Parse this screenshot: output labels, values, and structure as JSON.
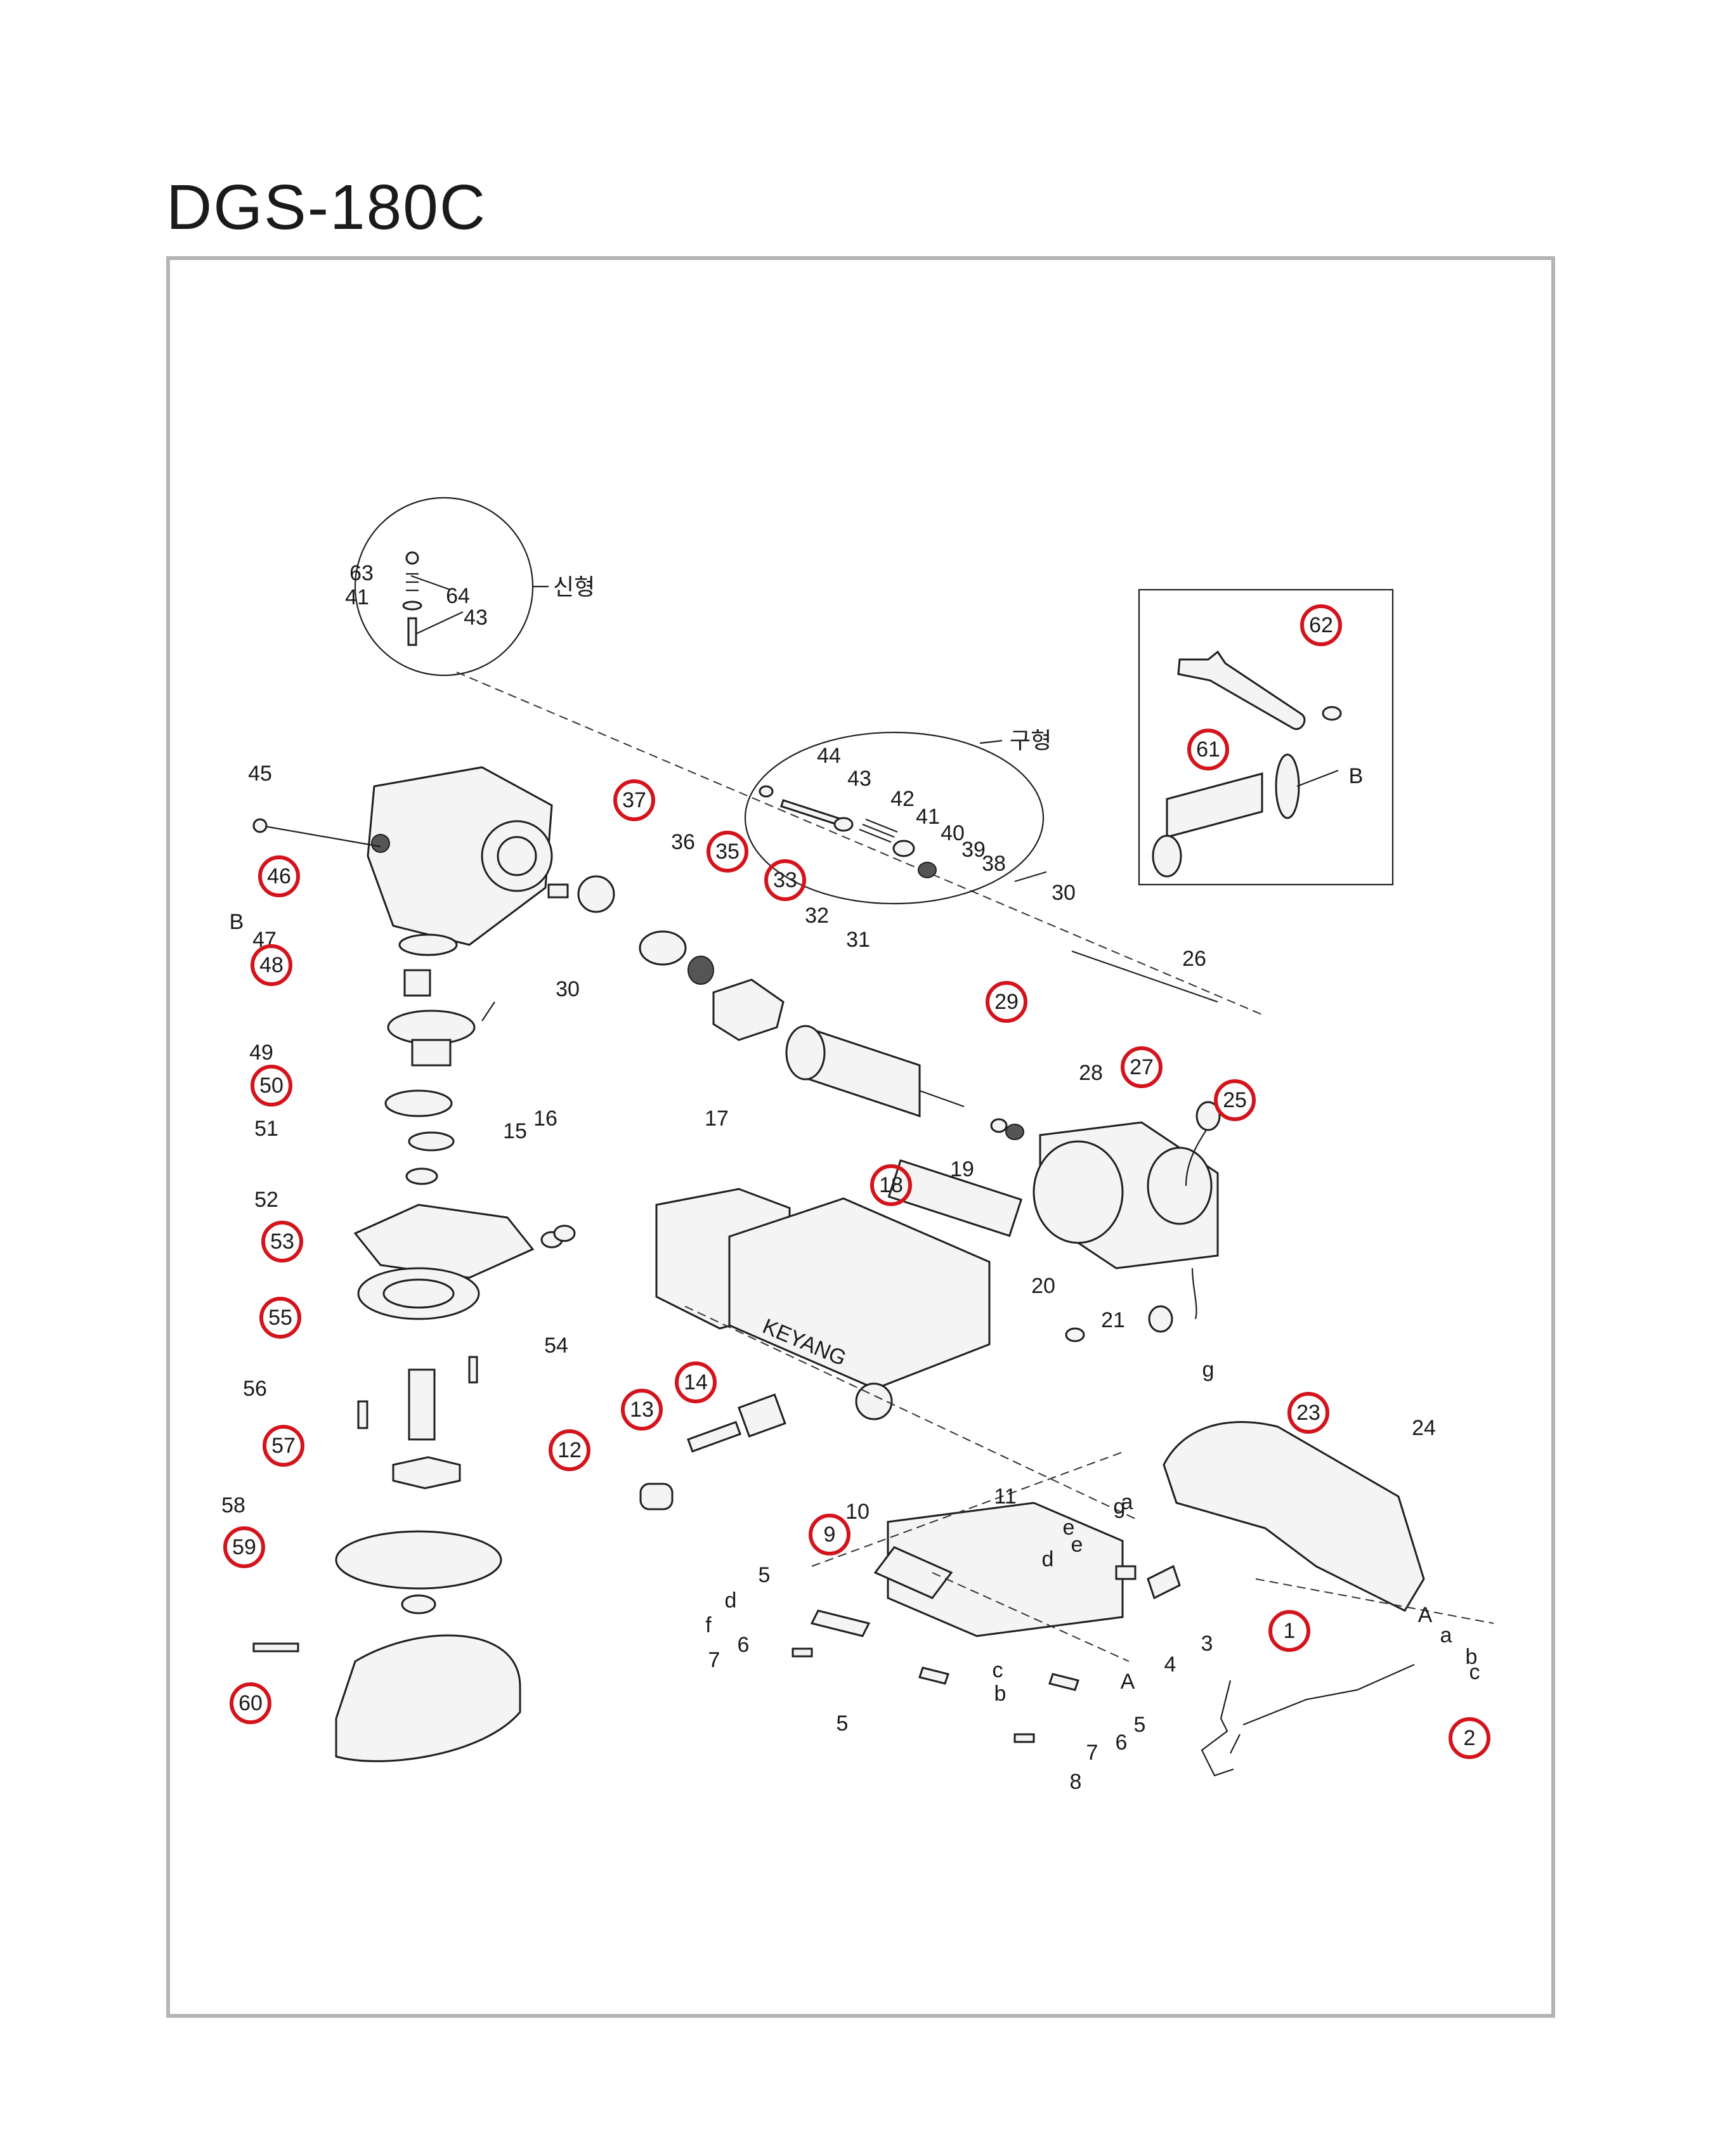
{
  "title": "DGS-180C",
  "insets": {
    "new_type_label": "신형",
    "old_type_label": "구형"
  },
  "part_labels": [
    {
      "n": "63",
      "c": false
    },
    {
      "n": "41",
      "c": false
    },
    {
      "n": "64",
      "c": false
    },
    {
      "n": "43",
      "c": false
    },
    {
      "n": "45",
      "c": false
    },
    {
      "n": "46",
      "c": true
    },
    {
      "n": "B",
      "c": false
    },
    {
      "n": "47",
      "c": false
    },
    {
      "n": "48",
      "c": true
    },
    {
      "n": "30",
      "c": false
    },
    {
      "n": "49",
      "c": false
    },
    {
      "n": "50",
      "c": true
    },
    {
      "n": "51",
      "c": false
    },
    {
      "n": "52",
      "c": false
    },
    {
      "n": "53",
      "c": true
    },
    {
      "n": "55",
      "c": true
    },
    {
      "n": "54",
      "c": false
    },
    {
      "n": "56",
      "c": false
    },
    {
      "n": "57",
      "c": true
    },
    {
      "n": "58",
      "c": false
    },
    {
      "n": "59",
      "c": true
    },
    {
      "n": "60",
      "c": true
    },
    {
      "n": "37",
      "c": true
    },
    {
      "n": "36",
      "c": false
    },
    {
      "n": "35",
      "c": true
    },
    {
      "n": "33",
      "c": true
    },
    {
      "n": "32",
      "c": false
    },
    {
      "n": "31",
      "c": false
    },
    {
      "n": "44",
      "c": false
    },
    {
      "n": "43",
      "c": false
    },
    {
      "n": "42",
      "c": false
    },
    {
      "n": "41",
      "c": false
    },
    {
      "n": "40",
      "c": false
    },
    {
      "n": "39",
      "c": false
    },
    {
      "n": "38",
      "c": false
    },
    {
      "n": "30",
      "c": false
    },
    {
      "n": "26",
      "c": false
    },
    {
      "n": "29",
      "c": true
    },
    {
      "n": "28",
      "c": false
    },
    {
      "n": "27",
      "c": true
    },
    {
      "n": "25",
      "c": true
    },
    {
      "n": "g",
      "c": false
    },
    {
      "n": "62",
      "c": true
    },
    {
      "n": "61",
      "c": true
    },
    {
      "n": "B",
      "c": false
    },
    {
      "n": "15",
      "c": false
    },
    {
      "n": "16",
      "c": false
    },
    {
      "n": "17",
      "c": false
    },
    {
      "n": "18",
      "c": true
    },
    {
      "n": "19",
      "c": false
    },
    {
      "n": "20",
      "c": false
    },
    {
      "n": "21",
      "c": false
    },
    {
      "n": "14",
      "c": true
    },
    {
      "n": "13",
      "c": true
    },
    {
      "n": "12",
      "c": true
    },
    {
      "n": "10",
      "c": false
    },
    {
      "n": "11",
      "c": false
    },
    {
      "n": "9",
      "c": true
    },
    {
      "n": "23",
      "c": true
    },
    {
      "n": "24",
      "c": false
    },
    {
      "n": "g",
      "c": false
    },
    {
      "n": "a",
      "c": false
    },
    {
      "n": "e",
      "c": false
    },
    {
      "n": "e",
      "c": false
    },
    {
      "n": "d",
      "c": false
    },
    {
      "n": "3",
      "c": false
    },
    {
      "n": "4",
      "c": false
    },
    {
      "n": "A",
      "c": false
    },
    {
      "n": "1",
      "c": true
    },
    {
      "n": "A",
      "c": false
    },
    {
      "n": "a",
      "c": false
    },
    {
      "n": "b",
      "c": false
    },
    {
      "n": "c",
      "c": false
    },
    {
      "n": "2",
      "c": true
    },
    {
      "n": "5",
      "c": false
    },
    {
      "n": "d",
      "c": false
    },
    {
      "n": "f",
      "c": false
    },
    {
      "n": "7",
      "c": false
    },
    {
      "n": "6",
      "c": false
    },
    {
      "n": "c",
      "c": false
    },
    {
      "n": "b",
      "c": false
    },
    {
      "n": "5",
      "c": false
    },
    {
      "n": "5",
      "c": false
    },
    {
      "n": "6",
      "c": false
    },
    {
      "n": "7",
      "c": false
    },
    {
      "n": "8",
      "c": false
    }
  ],
  "brand_on_housing": "KEYANG",
  "colors": {
    "highlight_ring": "#d4141c",
    "frame": "#b4b4b4",
    "ink": "#1f1f1f"
  }
}
